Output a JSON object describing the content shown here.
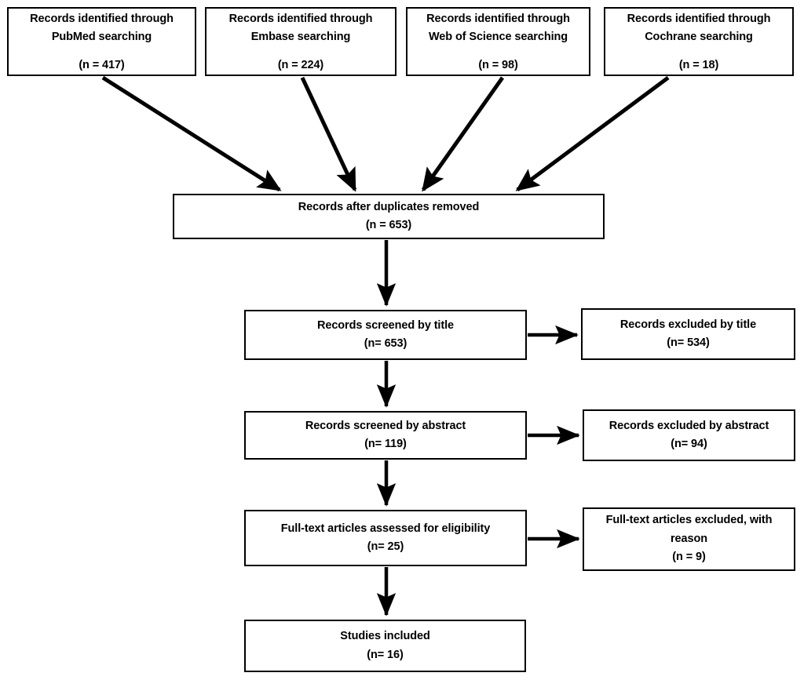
{
  "diagram": {
    "title": "PRISMA study selection flow diagram",
    "background_color": "#ffffff",
    "line_color": "#000000",
    "box_border_color": "#000000",
    "box_fill_color": "#ffffff"
  },
  "nodes": {
    "pubmed": {
      "line1": "Records identified through",
      "line2": "PubMed searching",
      "count": "(n = 417)",
      "n": 417
    },
    "embase": {
      "line1": "Records identified through",
      "line2": "Embase searching",
      "count": "(n = 224)",
      "n": 224
    },
    "web_of_science": {
      "line1": "Records identified through",
      "line2": "Web of Science searching",
      "count": "(n = 98)",
      "n": 98
    },
    "cochrane": {
      "line1": "Records identified through",
      "line2": "Cochrane searching",
      "count": "(n = 18)",
      "n": 18
    },
    "duplicates_removed": {
      "line1": "Records after duplicates removed",
      "count": "(n = 653)",
      "n": 653
    },
    "screened_title": {
      "line1": "Records screened by title",
      "count": "(n= 653)",
      "n": 653
    },
    "excluded_title": {
      "line1": "Records excluded by title",
      "count": "(n= 534)",
      "n": 534
    },
    "screened_abstract": {
      "line1": "Records screened by abstract",
      "count": "(n= 119)",
      "n": 119
    },
    "excluded_abstract": {
      "line1": "Records excluded by abstract",
      "count": "(n= 94)",
      "n": 94
    },
    "fulltext_assessed": {
      "line1": "Full-text articles assessed for eligibility",
      "count": "(n= 25)",
      "n": 25
    },
    "fulltext_excluded": {
      "line1": "Full-text articles excluded, with",
      "line2": "reason",
      "count": "(n = 9)",
      "n": 9
    },
    "studies_included": {
      "line1": "Studies included",
      "count": "(n= 16)",
      "n": 16
    }
  },
  "edges": [
    {
      "name": "pubmed-to-dedup",
      "from": "pubmed",
      "to": "duplicates_removed",
      "kind": "diagonal"
    },
    {
      "name": "embase-to-dedup",
      "from": "embase",
      "to": "duplicates_removed",
      "kind": "diagonal"
    },
    {
      "name": "wos-to-dedup",
      "from": "web_of_science",
      "to": "duplicates_removed",
      "kind": "diagonal"
    },
    {
      "name": "cochrane-to-dedup",
      "from": "cochrane",
      "to": "duplicates_removed",
      "kind": "diagonal"
    },
    {
      "name": "dedup-to-title",
      "from": "duplicates_removed",
      "to": "screened_title",
      "kind": "vertical"
    },
    {
      "name": "title-to-title-excluded",
      "from": "screened_title",
      "to": "excluded_title",
      "kind": "horizontal"
    },
    {
      "name": "title-to-abstract",
      "from": "screened_title",
      "to": "screened_abstract",
      "kind": "vertical"
    },
    {
      "name": "abstract-to-abstract-excluded",
      "from": "screened_abstract",
      "to": "excluded_abstract",
      "kind": "horizontal"
    },
    {
      "name": "abstract-to-fulltext",
      "from": "screened_abstract",
      "to": "fulltext_assessed",
      "kind": "vertical"
    },
    {
      "name": "fulltext-to-fulltext-excluded",
      "from": "fulltext_assessed",
      "to": "fulltext_excluded",
      "kind": "horizontal"
    },
    {
      "name": "fulltext-to-included",
      "from": "fulltext_assessed",
      "to": "studies_included",
      "kind": "vertical"
    }
  ]
}
